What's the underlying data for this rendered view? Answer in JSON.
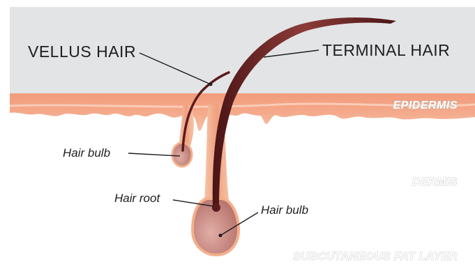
{
  "diagram": {
    "labels": {
      "vellus_hair": "VELLUS HAIR",
      "terminal_hair": "TERMINAL HAIR",
      "epidermis": "EPIDERMIS",
      "dermis": "DERMIS",
      "subcutaneous": "SUBCUTANEOUS FAT LAYER",
      "hair_bulb_small": "Hair bulb",
      "hair_root": "Hair root",
      "hair_bulb_large": "Hair bulb"
    },
    "colors": {
      "air": "#e3e4e6",
      "epidermis": "#f09a78",
      "epidermis_light": "#f8c4a8",
      "dermis": "#ffffff",
      "hair": "#5a1a1c",
      "hair_highlight": "#8a3a36",
      "bulb": "#c98b84",
      "sheath": "#f3b08c"
    }
  }
}
